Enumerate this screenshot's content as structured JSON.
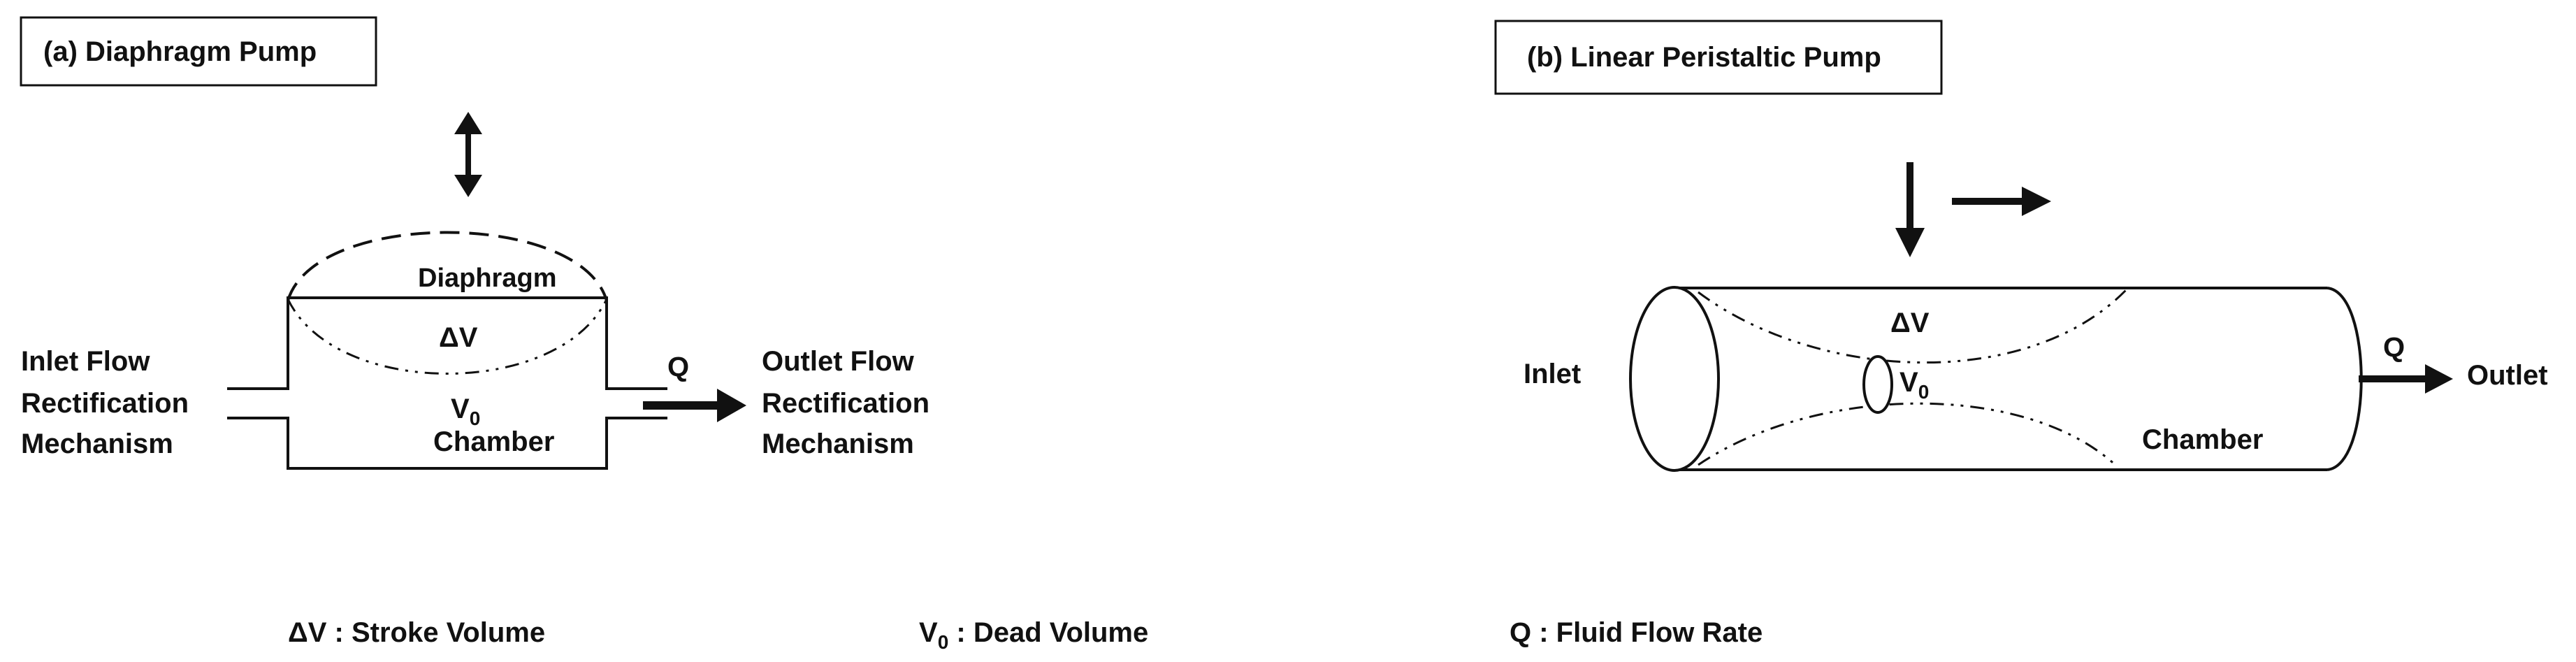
{
  "diagram_a": {
    "title": "(a) Diaphragm Pump",
    "diaphragm_label": "Diaphragm",
    "stroke_volume_label": "ΔV",
    "dead_volume_symbol": "V",
    "dead_volume_subscript": "0",
    "chamber_label": "Chamber",
    "flow_label": "Q",
    "inlet_label_lines": [
      "Inlet Flow",
      "Rectification",
      "Mechanism"
    ],
    "outlet_label_lines": [
      "Outlet Flow",
      "Rectification",
      "Mechanism"
    ]
  },
  "diagram_b": {
    "title": "(b) Linear Peristaltic Pump",
    "stroke_volume_label": "ΔV",
    "dead_volume_symbol": "V",
    "dead_volume_subscript": "0",
    "chamber_label": "Chamber",
    "inlet_label": "Inlet",
    "outlet_label": "Outlet",
    "flow_label": "Q"
  },
  "legend": {
    "stroke_volume": {
      "symbol": "ΔV",
      "text": " : Stroke Volume"
    },
    "dead_volume": {
      "symbol": "V",
      "subscript": "0",
      "text": " : Dead Volume"
    },
    "flow_rate": {
      "symbol": "Q",
      "text": " : Fluid Flow Rate"
    }
  },
  "colors": {
    "line": "#111111",
    "background": "#ffffff"
  }
}
